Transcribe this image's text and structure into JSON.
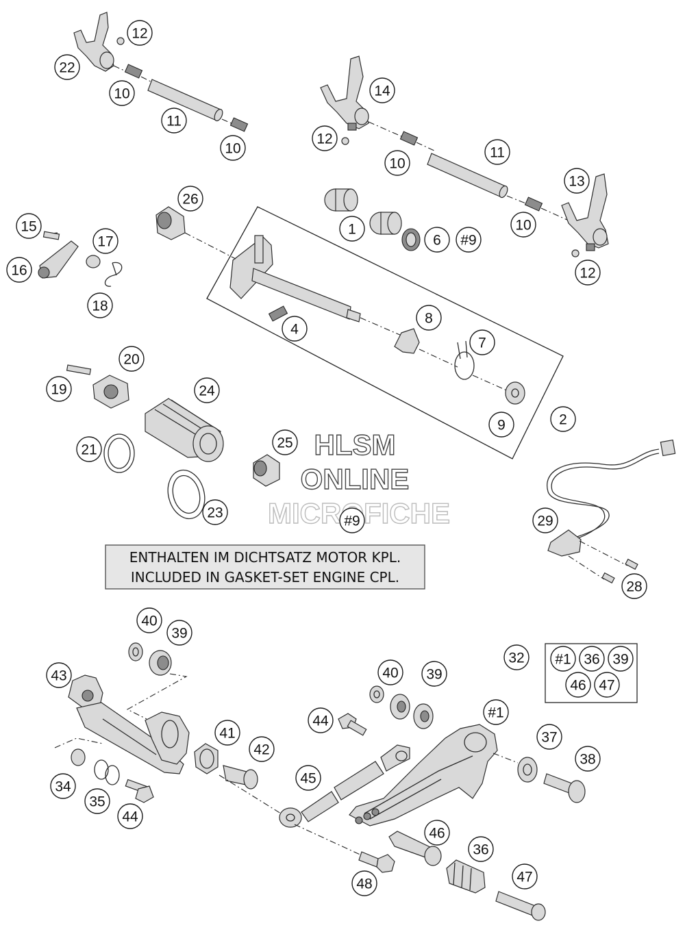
{
  "watermark": {
    "line1": "HLSM",
    "line2": "ONLINE",
    "line3": "MICROFICHE"
  },
  "note": {
    "line1": "ENTHALTEN IM DICHTSATZ MOTOR KPL.",
    "line2": "INCLUDED IN GASKET-SET ENGINE CPL."
  },
  "callouts": [
    {
      "id": "c1",
      "label": "1"
    },
    {
      "id": "c2",
      "label": "2"
    },
    {
      "id": "c4",
      "label": "4"
    },
    {
      "id": "c6",
      "label": "6"
    },
    {
      "id": "c7",
      "label": "7"
    },
    {
      "id": "c8",
      "label": "8"
    },
    {
      "id": "c9",
      "label": "9"
    },
    {
      "id": "c9h-a",
      "label": "#9"
    },
    {
      "id": "c9h-b",
      "label": "#9"
    },
    {
      "id": "c10-a",
      "label": "10"
    },
    {
      "id": "c10-b",
      "label": "10"
    },
    {
      "id": "c10-c",
      "label": "10"
    },
    {
      "id": "c10-d",
      "label": "10"
    },
    {
      "id": "c11-a",
      "label": "11"
    },
    {
      "id": "c11-b",
      "label": "11"
    },
    {
      "id": "c12-a",
      "label": "12"
    },
    {
      "id": "c12-b",
      "label": "12"
    },
    {
      "id": "c12-c",
      "label": "12"
    },
    {
      "id": "c13",
      "label": "13"
    },
    {
      "id": "c14",
      "label": "14"
    },
    {
      "id": "c15",
      "label": "15"
    },
    {
      "id": "c16",
      "label": "16"
    },
    {
      "id": "c17",
      "label": "17"
    },
    {
      "id": "c18",
      "label": "18"
    },
    {
      "id": "c19",
      "label": "19"
    },
    {
      "id": "c20",
      "label": "20"
    },
    {
      "id": "c21",
      "label": "21"
    },
    {
      "id": "c22",
      "label": "22"
    },
    {
      "id": "c23",
      "label": "23"
    },
    {
      "id": "c24",
      "label": "24"
    },
    {
      "id": "c25",
      "label": "25"
    },
    {
      "id": "c26",
      "label": "26"
    },
    {
      "id": "c28",
      "label": "28"
    },
    {
      "id": "c29",
      "label": "29"
    },
    {
      "id": "c32",
      "label": "32"
    },
    {
      "id": "k-1",
      "label": "#1"
    },
    {
      "id": "k-36",
      "label": "36"
    },
    {
      "id": "k-39",
      "label": "39"
    },
    {
      "id": "k-46",
      "label": "46"
    },
    {
      "id": "k-47",
      "label": "47"
    },
    {
      "id": "c34",
      "label": "34"
    },
    {
      "id": "c35",
      "label": "35"
    },
    {
      "id": "c36",
      "label": "36"
    },
    {
      "id": "c37",
      "label": "37"
    },
    {
      "id": "c38",
      "label": "38"
    },
    {
      "id": "c39-a",
      "label": "39"
    },
    {
      "id": "c39-b",
      "label": "39"
    },
    {
      "id": "c40-a",
      "label": "40"
    },
    {
      "id": "c40-b",
      "label": "40"
    },
    {
      "id": "c41",
      "label": "41"
    },
    {
      "id": "c42",
      "label": "42"
    },
    {
      "id": "c43",
      "label": "43"
    },
    {
      "id": "c44-a",
      "label": "44"
    },
    {
      "id": "c44-b",
      "label": "44"
    },
    {
      "id": "c45",
      "label": "45"
    },
    {
      "id": "c46",
      "label": "46"
    },
    {
      "id": "c47",
      "label": "47"
    },
    {
      "id": "c48",
      "label": "48"
    },
    {
      "id": "c1h",
      "label": "#1"
    }
  ]
}
